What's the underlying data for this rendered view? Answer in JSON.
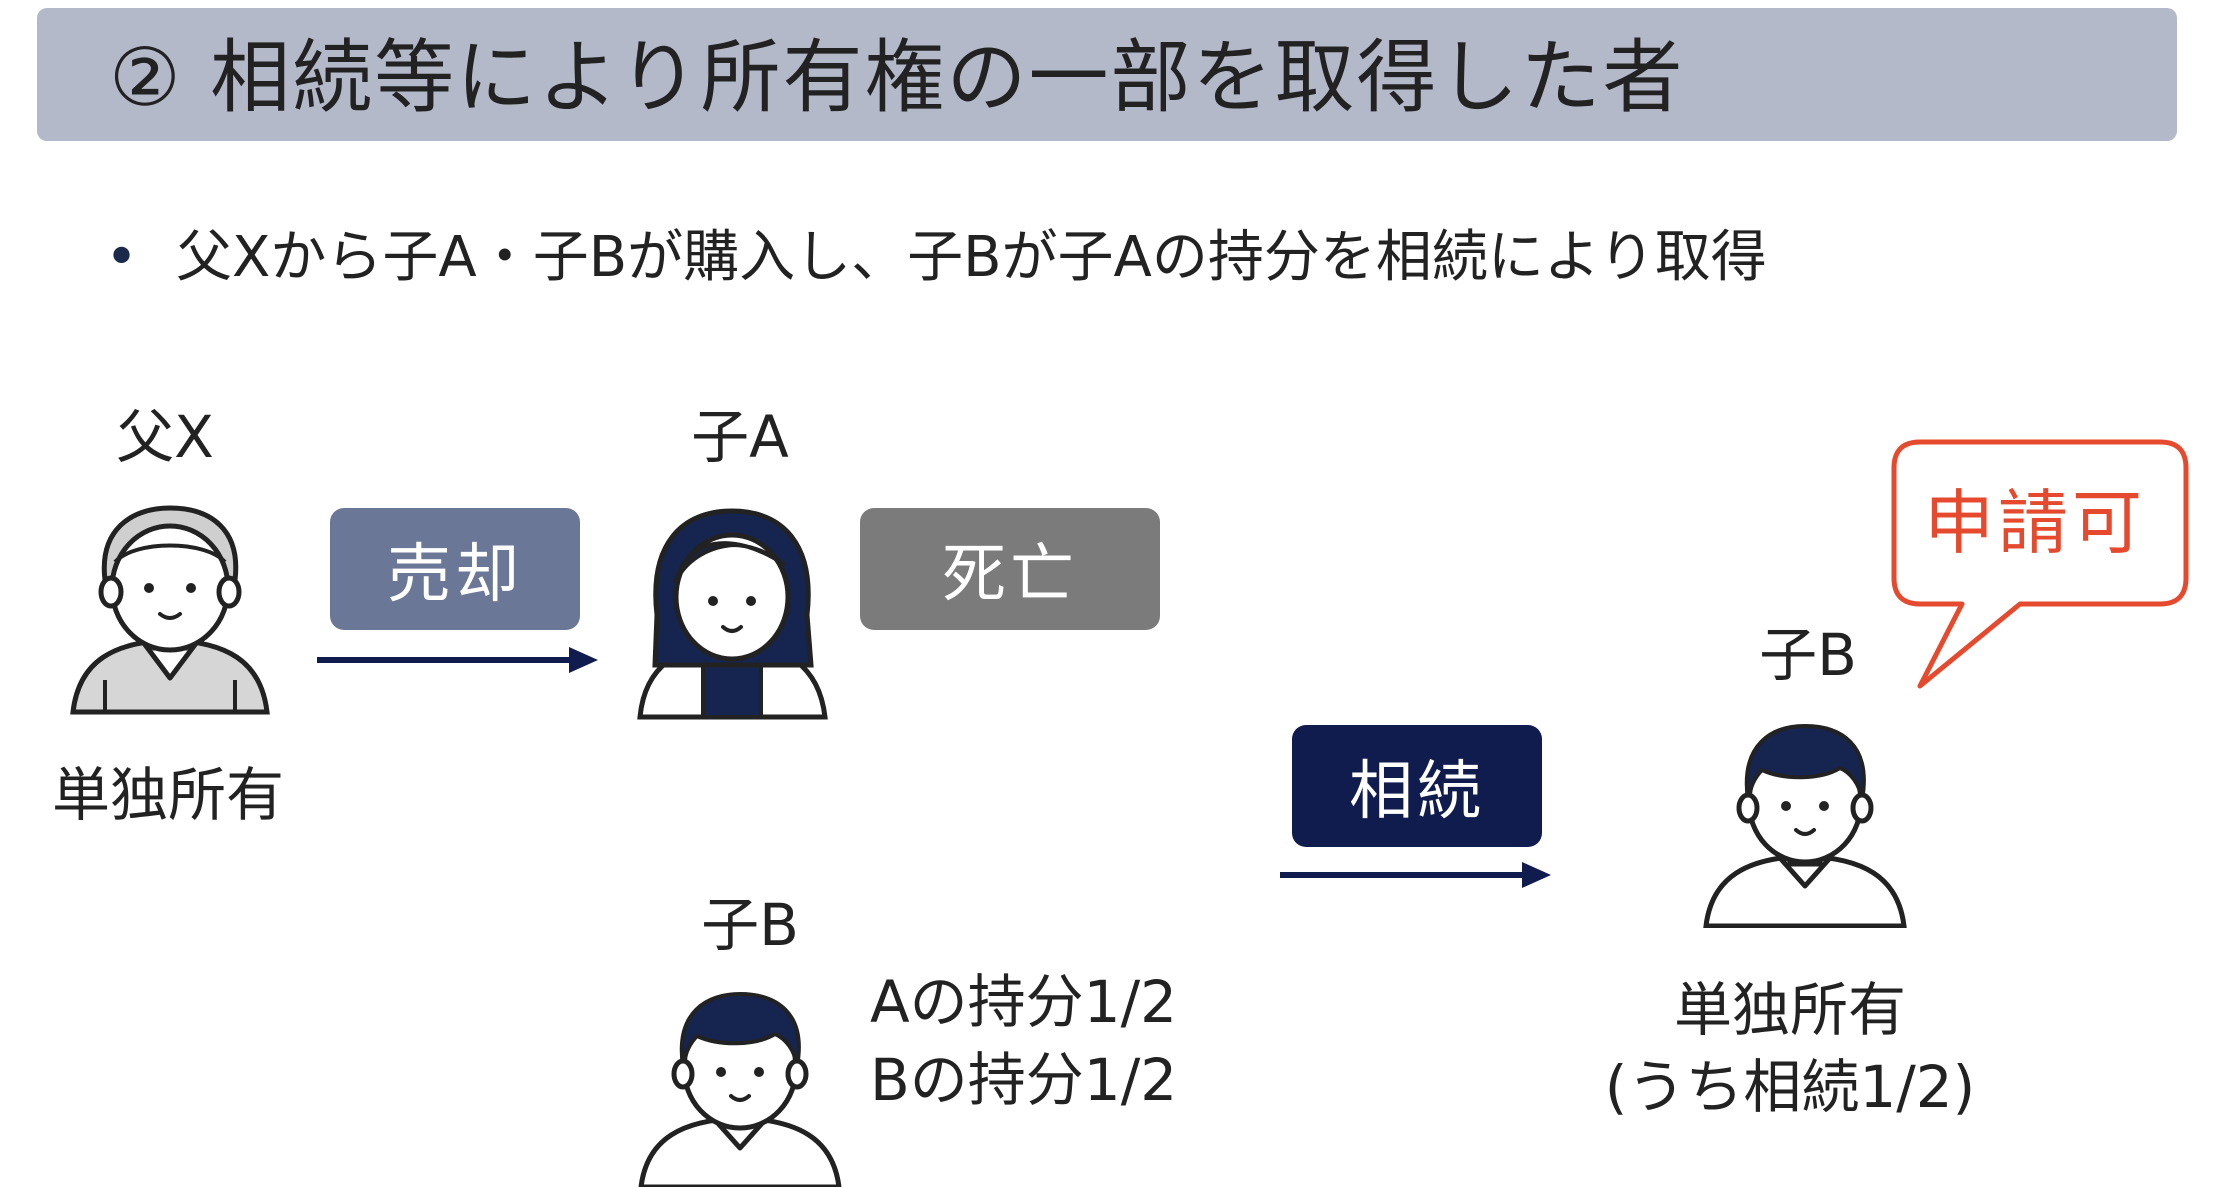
{
  "title": "② 相続等により所有権の一部を取得した者",
  "bullet": {
    "marker": "•",
    "text": "父Xから子A・子Bが購入し、子Bが子Aの持分を相続により取得"
  },
  "people": {
    "father": {
      "name": "父X",
      "status": "単独所有"
    },
    "child_a": {
      "name": "子A"
    },
    "child_b": {
      "name": "子B"
    },
    "child_b_result": {
      "name": "子B",
      "status_line1": "単独所有",
      "status_line2": "(うち相続1/2)"
    }
  },
  "events": {
    "sale": "売却",
    "death": "死亡",
    "inheritance": "相続"
  },
  "shares": {
    "a_share": "Aの持分1/2",
    "b_share": "Bの持分1/2"
  },
  "callout": "申請可",
  "colors": {
    "title_bg": "#b4b9c9",
    "sale_tag": "#6b7797",
    "death_tag": "#7b7b7b",
    "inheritance_tag": "#0f1c4d",
    "arrow": "#0f1c4d",
    "callout": "#e64a2e"
  },
  "icons": {
    "father": "elderly-man-icon",
    "child_a": "woman-icon",
    "child_b": "man-icon",
    "child_b_result": "man-icon"
  }
}
